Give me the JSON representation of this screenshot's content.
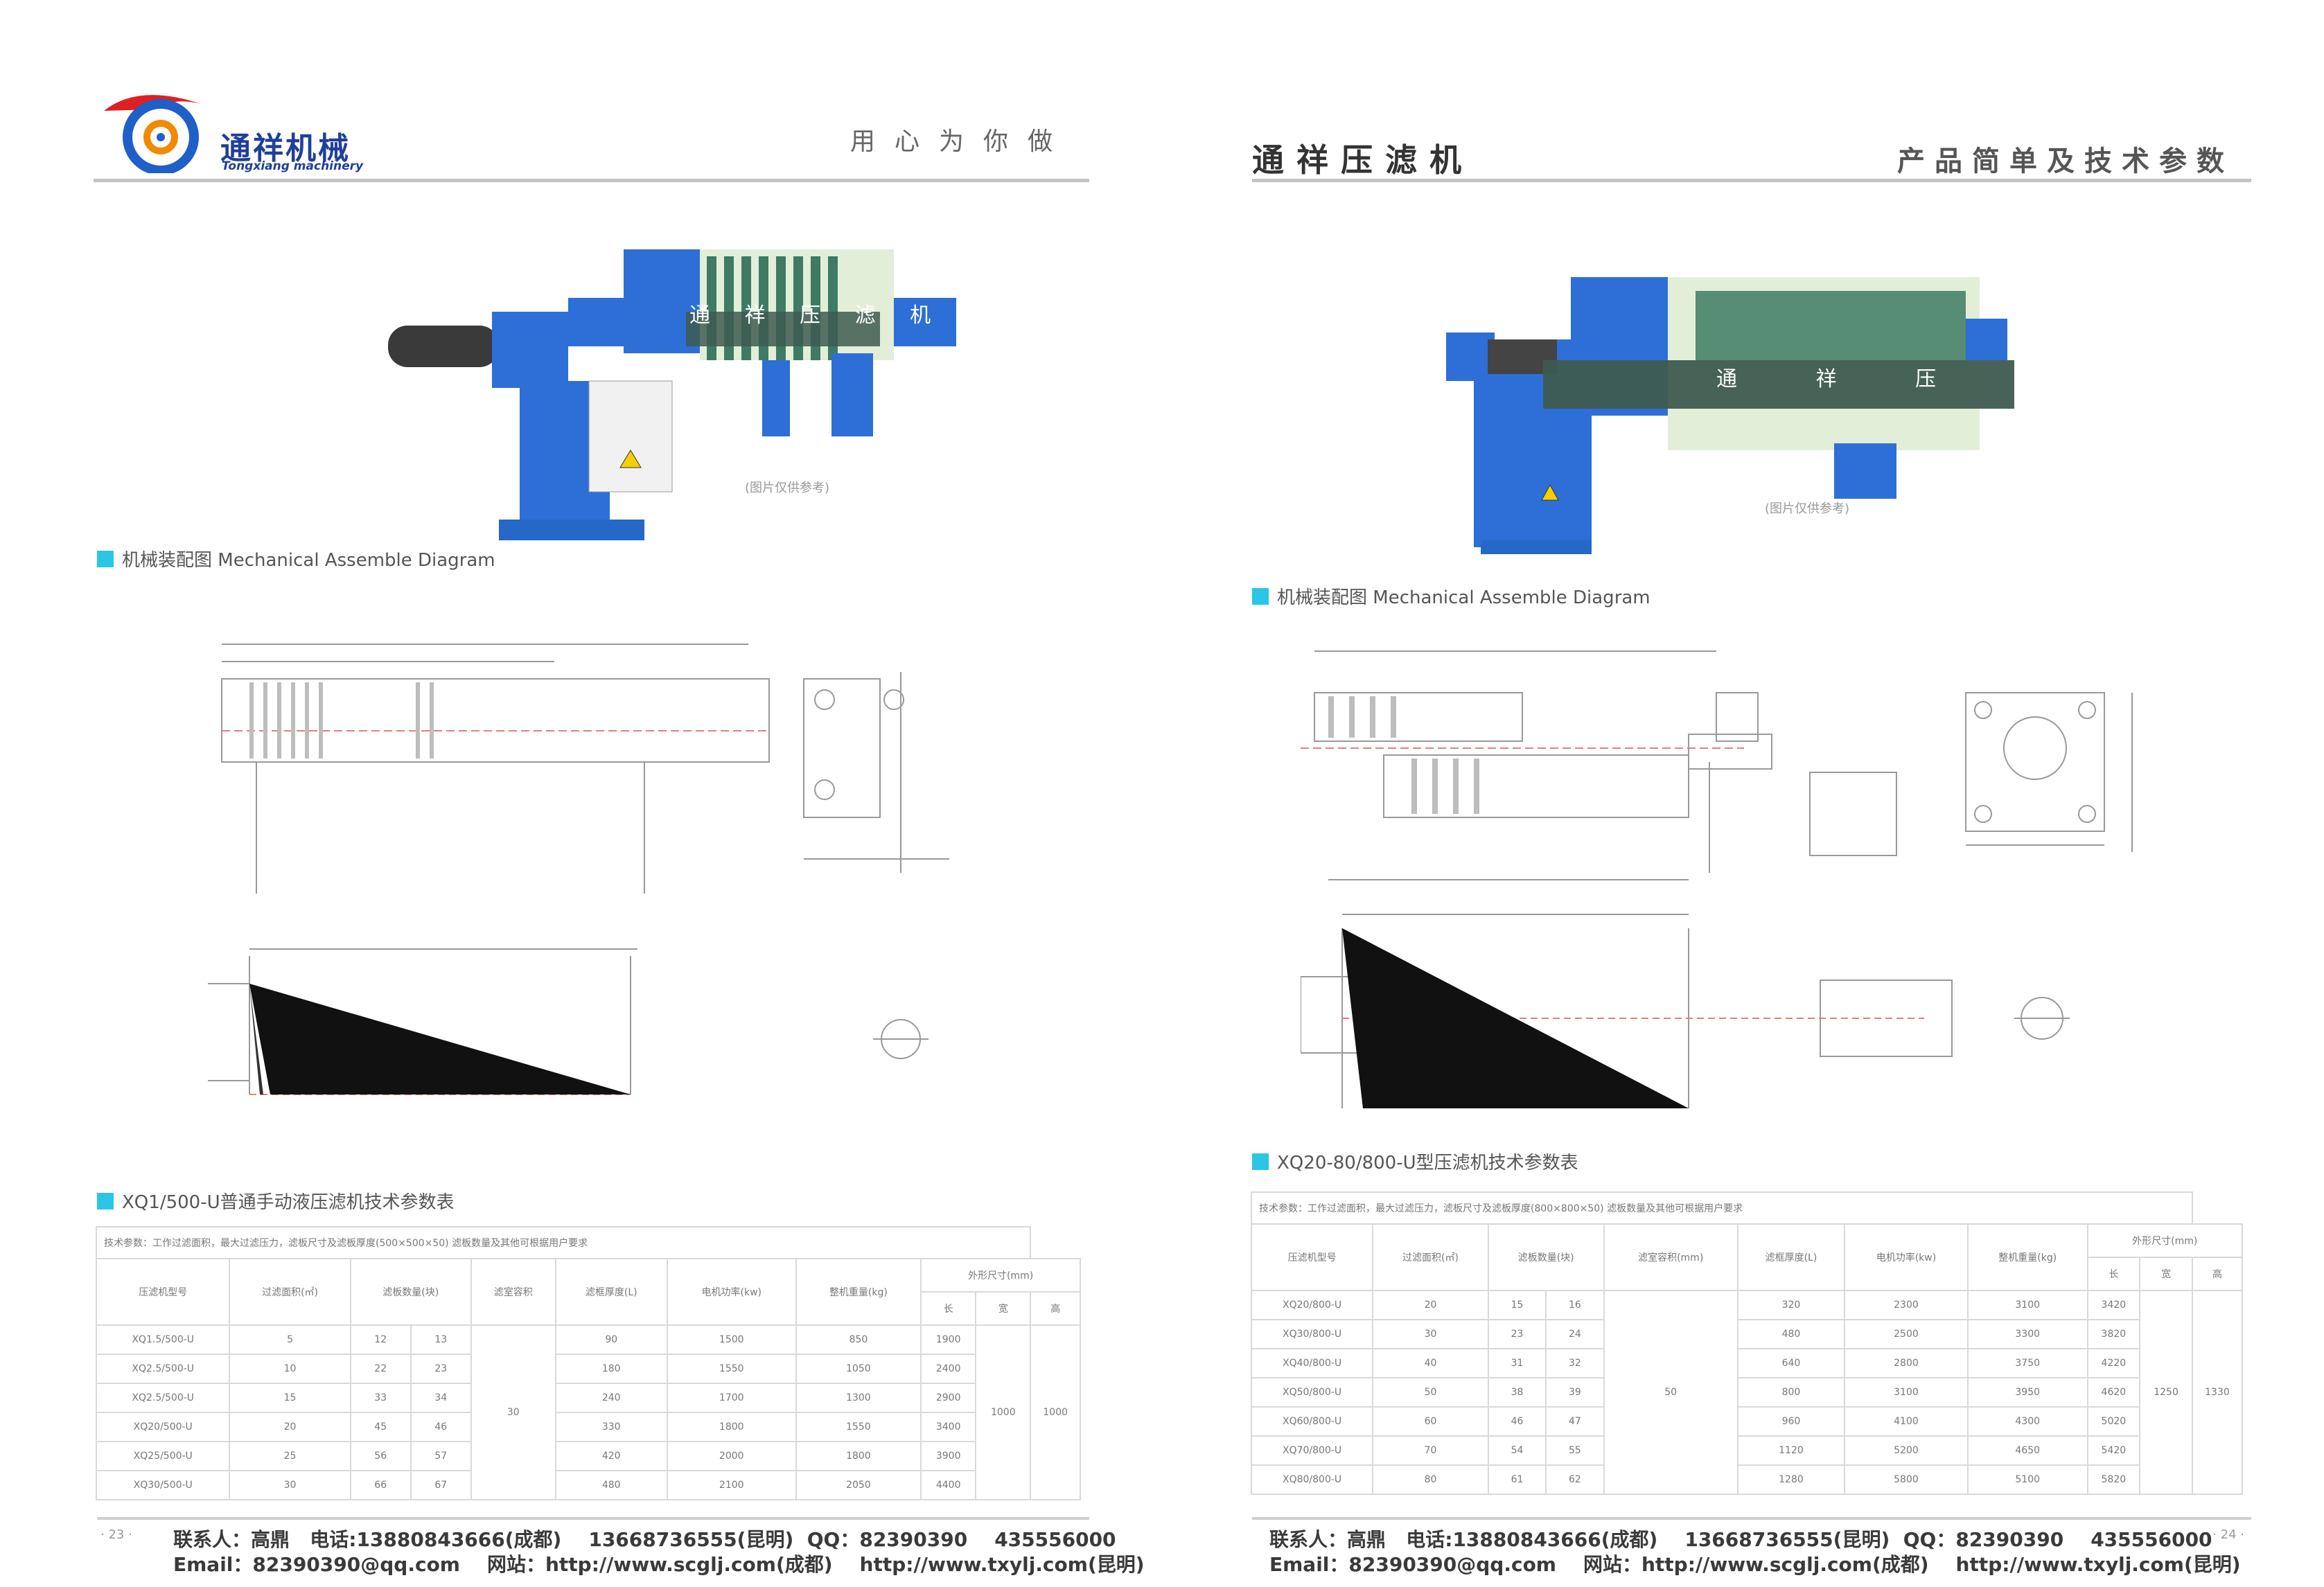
{
  "colors": {
    "brand_blue": "#1f3f9a",
    "accent_cyan": "#29c6e6",
    "machine_blue": "#2d6fd6",
    "machine_green": "#3e7a64",
    "plate_cream": "#e3eed8",
    "logo_red": "#e02020"
  },
  "left": {
    "brand_cn": "通祥机械",
    "brand_en": "Tongxiang machinery",
    "slogan": "用心为你做",
    "section1": "机械装配图 Mechanical Assemble Diagram",
    "section2": "XQ1/500-U普通手动液压滤机技术参数表",
    "table": {
      "note": "技术参数：工作过滤面积，最大过滤压力，滤板尺寸及滤板厚度(500×500×50)  滤板数量及其他可根据用户要求",
      "headers": [
        "压滤机型号",
        "过滤面积(㎡)",
        "滤板数量(块)",
        "滤室容积",
        "滤框厚度(L)",
        "电机功率(kw)",
        "整机重量(kg)",
        "外形尺寸(mm)"
      ],
      "dim_headers": [
        "长",
        "宽",
        "高"
      ],
      "rows": [
        [
          "XQ1.5/500-U",
          "5",
          "12",
          "13",
          "",
          "90",
          "1500",
          "850",
          "1900"
        ],
        [
          "XQ2.5/500-U",
          "10",
          "22",
          "23",
          "",
          "180",
          "1550",
          "1050",
          "2400"
        ],
        [
          "XQ2.5/500-U",
          "15",
          "33",
          "34",
          "",
          "240",
          "1700",
          "1300",
          "2900"
        ],
        [
          "XQ20/500-U",
          "20",
          "45",
          "46",
          "",
          "330",
          "1800",
          "1550",
          "3400"
        ],
        [
          "XQ25/500-U",
          "25",
          "56",
          "57",
          "",
          "420",
          "2000",
          "1800",
          "3900"
        ],
        [
          "XQ30/500-U",
          "30",
          "66",
          "67",
          "",
          "480",
          "2100",
          "2050",
          "4400"
        ]
      ],
      "merged_depth": "30",
      "merged_width": "1000",
      "merged_height": "1000"
    },
    "page_no": "· 23 ·"
  },
  "right": {
    "title_left": "通祥压滤机",
    "title_right": "产品简单及技术参数",
    "section1": "机械装配图 Mechanical Assemble Diagram",
    "section2": "XQ20-80/800-U型压滤机技术参数表",
    "table": {
      "note": "技术参数：工作过滤面积，最大过滤压力，滤板尺寸及滤板厚度(800×800×50)  滤板数量及其他可根据用户要求",
      "headers": [
        "压滤机型号",
        "过滤面积(㎡)",
        "滤板数量(块)",
        "滤室容积(mm)",
        "滤框厚度(L)",
        "电机功率(kw)",
        "整机重量(kg)",
        "外形尺寸(mm)"
      ],
      "dim_headers": [
        "长",
        "宽",
        "高"
      ],
      "rows": [
        [
          "XQ20/800-U",
          "20",
          "15",
          "16",
          "",
          "320",
          "2300",
          "3100",
          "3420"
        ],
        [
          "XQ30/800-U",
          "30",
          "23",
          "24",
          "",
          "480",
          "2500",
          "3300",
          "3820"
        ],
        [
          "XQ40/800-U",
          "40",
          "31",
          "32",
          "",
          "640",
          "2800",
          "3750",
          "4220"
        ],
        [
          "XQ50/800-U",
          "50",
          "38",
          "39",
          "",
          "800",
          "3100",
          "3950",
          "4620"
        ],
        [
          "XQ60/800-U",
          "60",
          "46",
          "47",
          "",
          "960",
          "4100",
          "4300",
          "5020"
        ],
        [
          "XQ70/800-U",
          "70",
          "54",
          "55",
          "",
          "1120",
          "5200",
          "4650",
          "5420"
        ],
        [
          "XQ80/800-U",
          "80",
          "61",
          "62",
          "",
          "1280",
          "5800",
          "5100",
          "5820"
        ]
      ],
      "merged_depth": "50",
      "merged_width": "1250",
      "merged_height": "1330"
    },
    "page_no": "· 24 ·"
  },
  "footer": {
    "line1": "联系人：高鼎   电话:13880843666(成都)    13668736555(昆明)  QQ：82390390    435556000",
    "line2": "Email：82390390@qq.com    网站：http://www.scglj.com(成都)    http://www.txylj.com(昆明)"
  },
  "machine_banner_text": "通 祥 压 滤 机",
  "machine_captions": {
    "left": "(图片仅供参考)",
    "right": "(图片仅供参考)"
  }
}
